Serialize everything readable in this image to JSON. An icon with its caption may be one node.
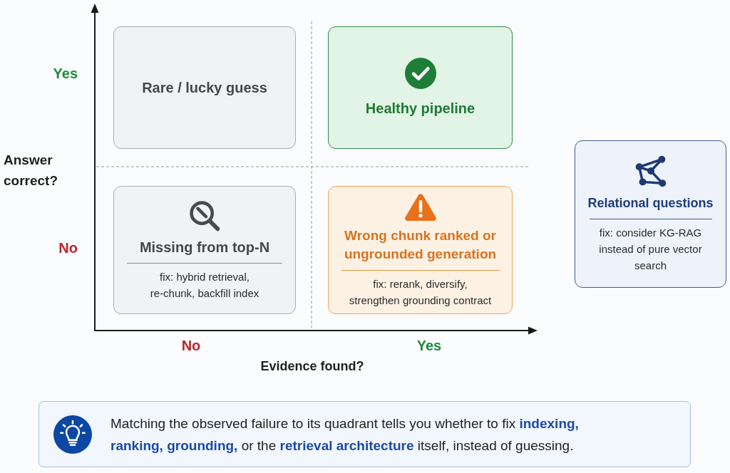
{
  "diagram": {
    "nodes": [
      {
        "text": [
          "Rare / lucky guess"
        ]
      },
      {
        "text": [
          "Healthy pipeline"
        ]
      },
      {
        "text": [
          "Missing from top-N",
          "fix: hybrid retrieval, re-chunk, backfill index"
        ]
      },
      {
        "text": [
          "Wrong chunk ranked or ungrounded generation",
          "fix: rerank, diversify, strengthen grounding contract"
        ]
      },
      {
        "text": [
          "Relational questions",
          "fix: consider KG-RAG instead of pure vector search"
        ]
      },
      {
        "text": [
          "Matching the observed failure to its quadrant tells you whether to fix **indexing, ranking, grounding,** or the **retrieval architecture** itself, instead of guessing."
        ]
      }
    ],
    "edges": [],
    "labels": [
      "Yes",
      "Answer correct?",
      "No",
      "No",
      "Yes",
      "Evidence found?"
    ]
  }
}
